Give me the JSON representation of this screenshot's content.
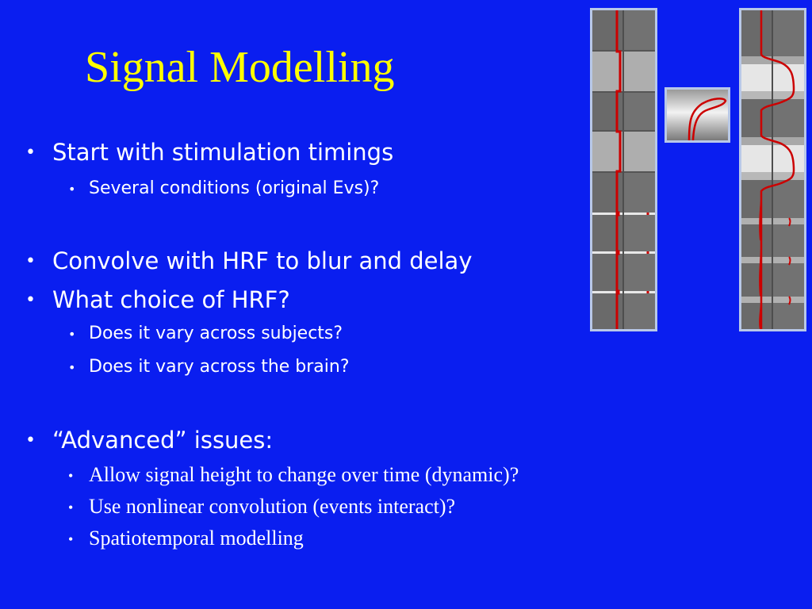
{
  "slide": {
    "title": "Signal Modelling",
    "bullets": [
      {
        "level": 1,
        "text": "Start with stimulation timings"
      },
      {
        "level": 2,
        "text": "Several conditions (original Evs)?"
      },
      {
        "level": 1,
        "text": "Convolve with HRF to blur and delay"
      },
      {
        "level": 1,
        "text": "What choice of HRF?"
      },
      {
        "level": 2,
        "text": "Does it vary across subjects?"
      },
      {
        "level": 2,
        "text": "Does it vary across the brain?"
      },
      {
        "level": 1,
        "text": "“Advanced” issues:"
      },
      {
        "level": 2,
        "text": "Allow signal height to change over time (dynamic)?"
      },
      {
        "level": 2,
        "text": "Use nonlinear convolution (events interact)?"
      },
      {
        "level": 2,
        "text": "Spatiotemporal modelling"
      }
    ],
    "bullet_glyph": "•"
  },
  "colors": {
    "background": "#0A1EF0",
    "title": "#FFFF00",
    "text": "#FFFFFF",
    "signal": "#CC0000",
    "frame": "#B8C8E8"
  }
}
